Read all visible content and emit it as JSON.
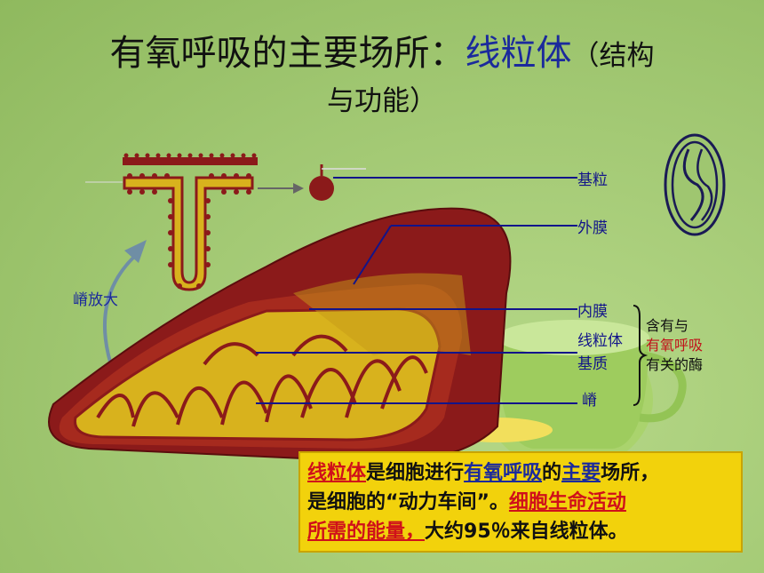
{
  "title": {
    "part1": "有氧呼吸的主要场所：",
    "part2": "线粒体",
    "part3": "（结构",
    "line2": "与功能）"
  },
  "labels": {
    "jiliz": "基粒",
    "waimo": "外膜",
    "neimo": "内膜",
    "jizhi_1": "线粒体",
    "jizhi_2": "基质",
    "ji": "嵴",
    "ji_enlarge": "嵴放大"
  },
  "enzyme_note": {
    "line1": "含有与",
    "line2": "有氧呼吸",
    "line3": "有关的酶"
  },
  "info": {
    "s1": "线粒体",
    "s2": "是细胞进行",
    "s3": "有氧呼吸",
    "s4": "的",
    "s5": "主要",
    "s6": "场所，",
    "s7": "是细胞的“动力车间”。",
    "s8": "细胞生命活动",
    "s9": "所需的能量，",
    "s10": "大约95％来自线粒体。"
  },
  "colors": {
    "background": "#9fc670",
    "title_highlight": "#1b2a9c",
    "label_blue": "#12148a",
    "membrane": "#8b1a1a",
    "matrix": "#d8b21d",
    "info_box": "#f2d20c",
    "info_red": "#d0101a"
  }
}
